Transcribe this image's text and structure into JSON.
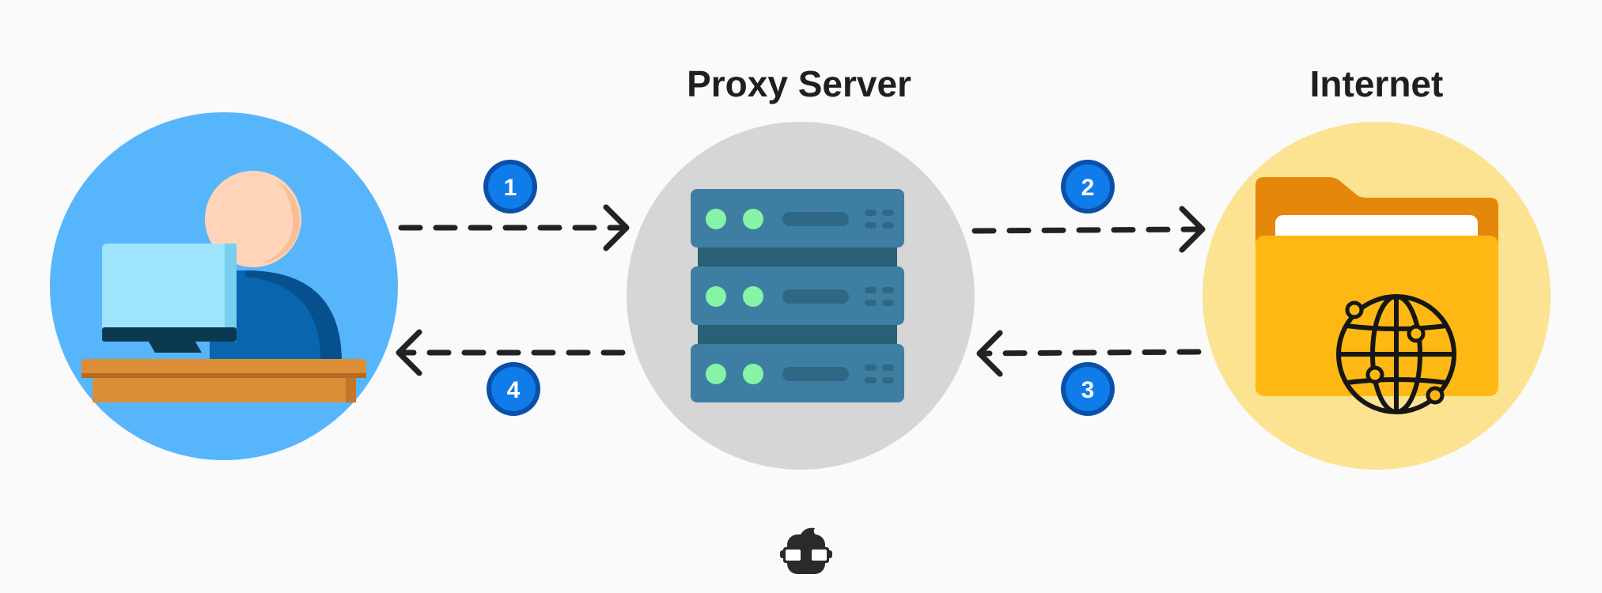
{
  "nodes": {
    "client": {
      "label": ""
    },
    "proxy": {
      "label": "Proxy Server"
    },
    "internet": {
      "label": "Internet"
    }
  },
  "steps": [
    {
      "number": "1",
      "from": "client",
      "to": "proxy"
    },
    {
      "number": "2",
      "from": "proxy",
      "to": "internet"
    },
    {
      "number": "3",
      "from": "internet",
      "to": "proxy"
    },
    {
      "number": "4",
      "from": "proxy",
      "to": "client"
    }
  ],
  "colors": {
    "background": "#fafafa",
    "client_circle": "#57b5fc",
    "proxy_circle": "#d6d6d6",
    "internet_circle": "#fbe391",
    "step_badge": "#0f7ce9",
    "step_badge_ring": "#0a4fa8",
    "arrow": "#222222",
    "server_unit": "#3e7ea3",
    "server_dark": "#2a6075",
    "server_led": "#86f4a6",
    "folder_front": "#fdb813",
    "folder_back": "#e5870a"
  },
  "icons": {
    "client": "person-at-computer-icon",
    "proxy": "server-rack-icon",
    "internet": "folder-globe-icon",
    "brand": "mascot-logo-icon"
  }
}
